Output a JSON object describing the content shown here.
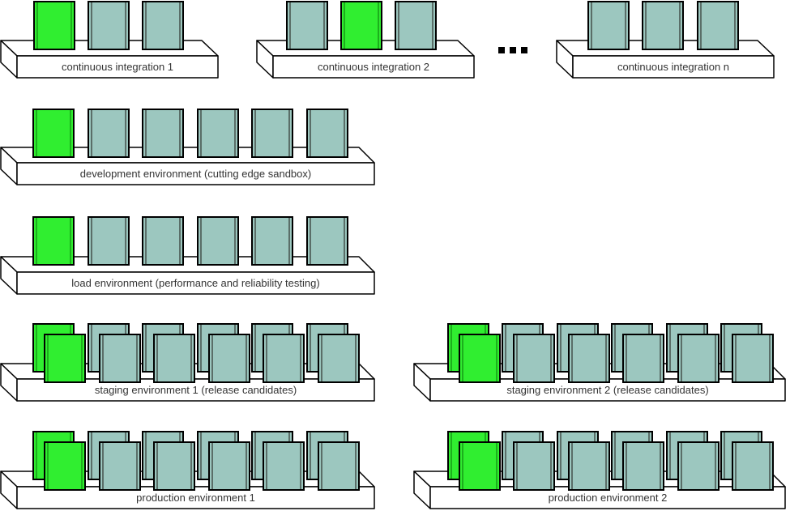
{
  "colors": {
    "background": "#ffffff",
    "outline": "#000000",
    "base_fill": "#ffffff",
    "server_fill": "#9cc7bf",
    "server_stripe": "#5a6e68",
    "active_fill": "#30ee30",
    "active_stripe": "#1caf1c",
    "label_color": "#333333"
  },
  "ellipsis": {
    "symbol": "...",
    "dot_count": 3
  },
  "platforms": [
    {
      "id": "ci-1",
      "label": "continuous integration 1",
      "servers": 3,
      "active_index": 0,
      "rows": 1
    },
    {
      "id": "ci-2",
      "label": "continuous integration 2",
      "servers": 3,
      "active_index": 1,
      "rows": 1
    },
    {
      "id": "ci-n",
      "label": "continuous integration n",
      "servers": 3,
      "active_index": -1,
      "rows": 1
    },
    {
      "id": "development",
      "label": "development environment (cutting edge sandbox)",
      "servers": 6,
      "active_index": 0,
      "rows": 1
    },
    {
      "id": "load",
      "label": "load environment (performance and reliability testing)",
      "servers": 6,
      "active_index": 0,
      "rows": 1
    },
    {
      "id": "staging-1",
      "label": "staging environment 1 (release candidates)",
      "servers": 6,
      "active_index": 0,
      "rows": 2
    },
    {
      "id": "staging-2",
      "label": "staging environment 2 (release candidates)",
      "servers": 6,
      "active_index": 0,
      "rows": 2
    },
    {
      "id": "production-1",
      "label": "production environment 1",
      "servers": 6,
      "active_index": 0,
      "rows": 2
    },
    {
      "id": "production-2",
      "label": "production environment 2",
      "servers": 6,
      "active_index": 0,
      "rows": 2
    }
  ]
}
